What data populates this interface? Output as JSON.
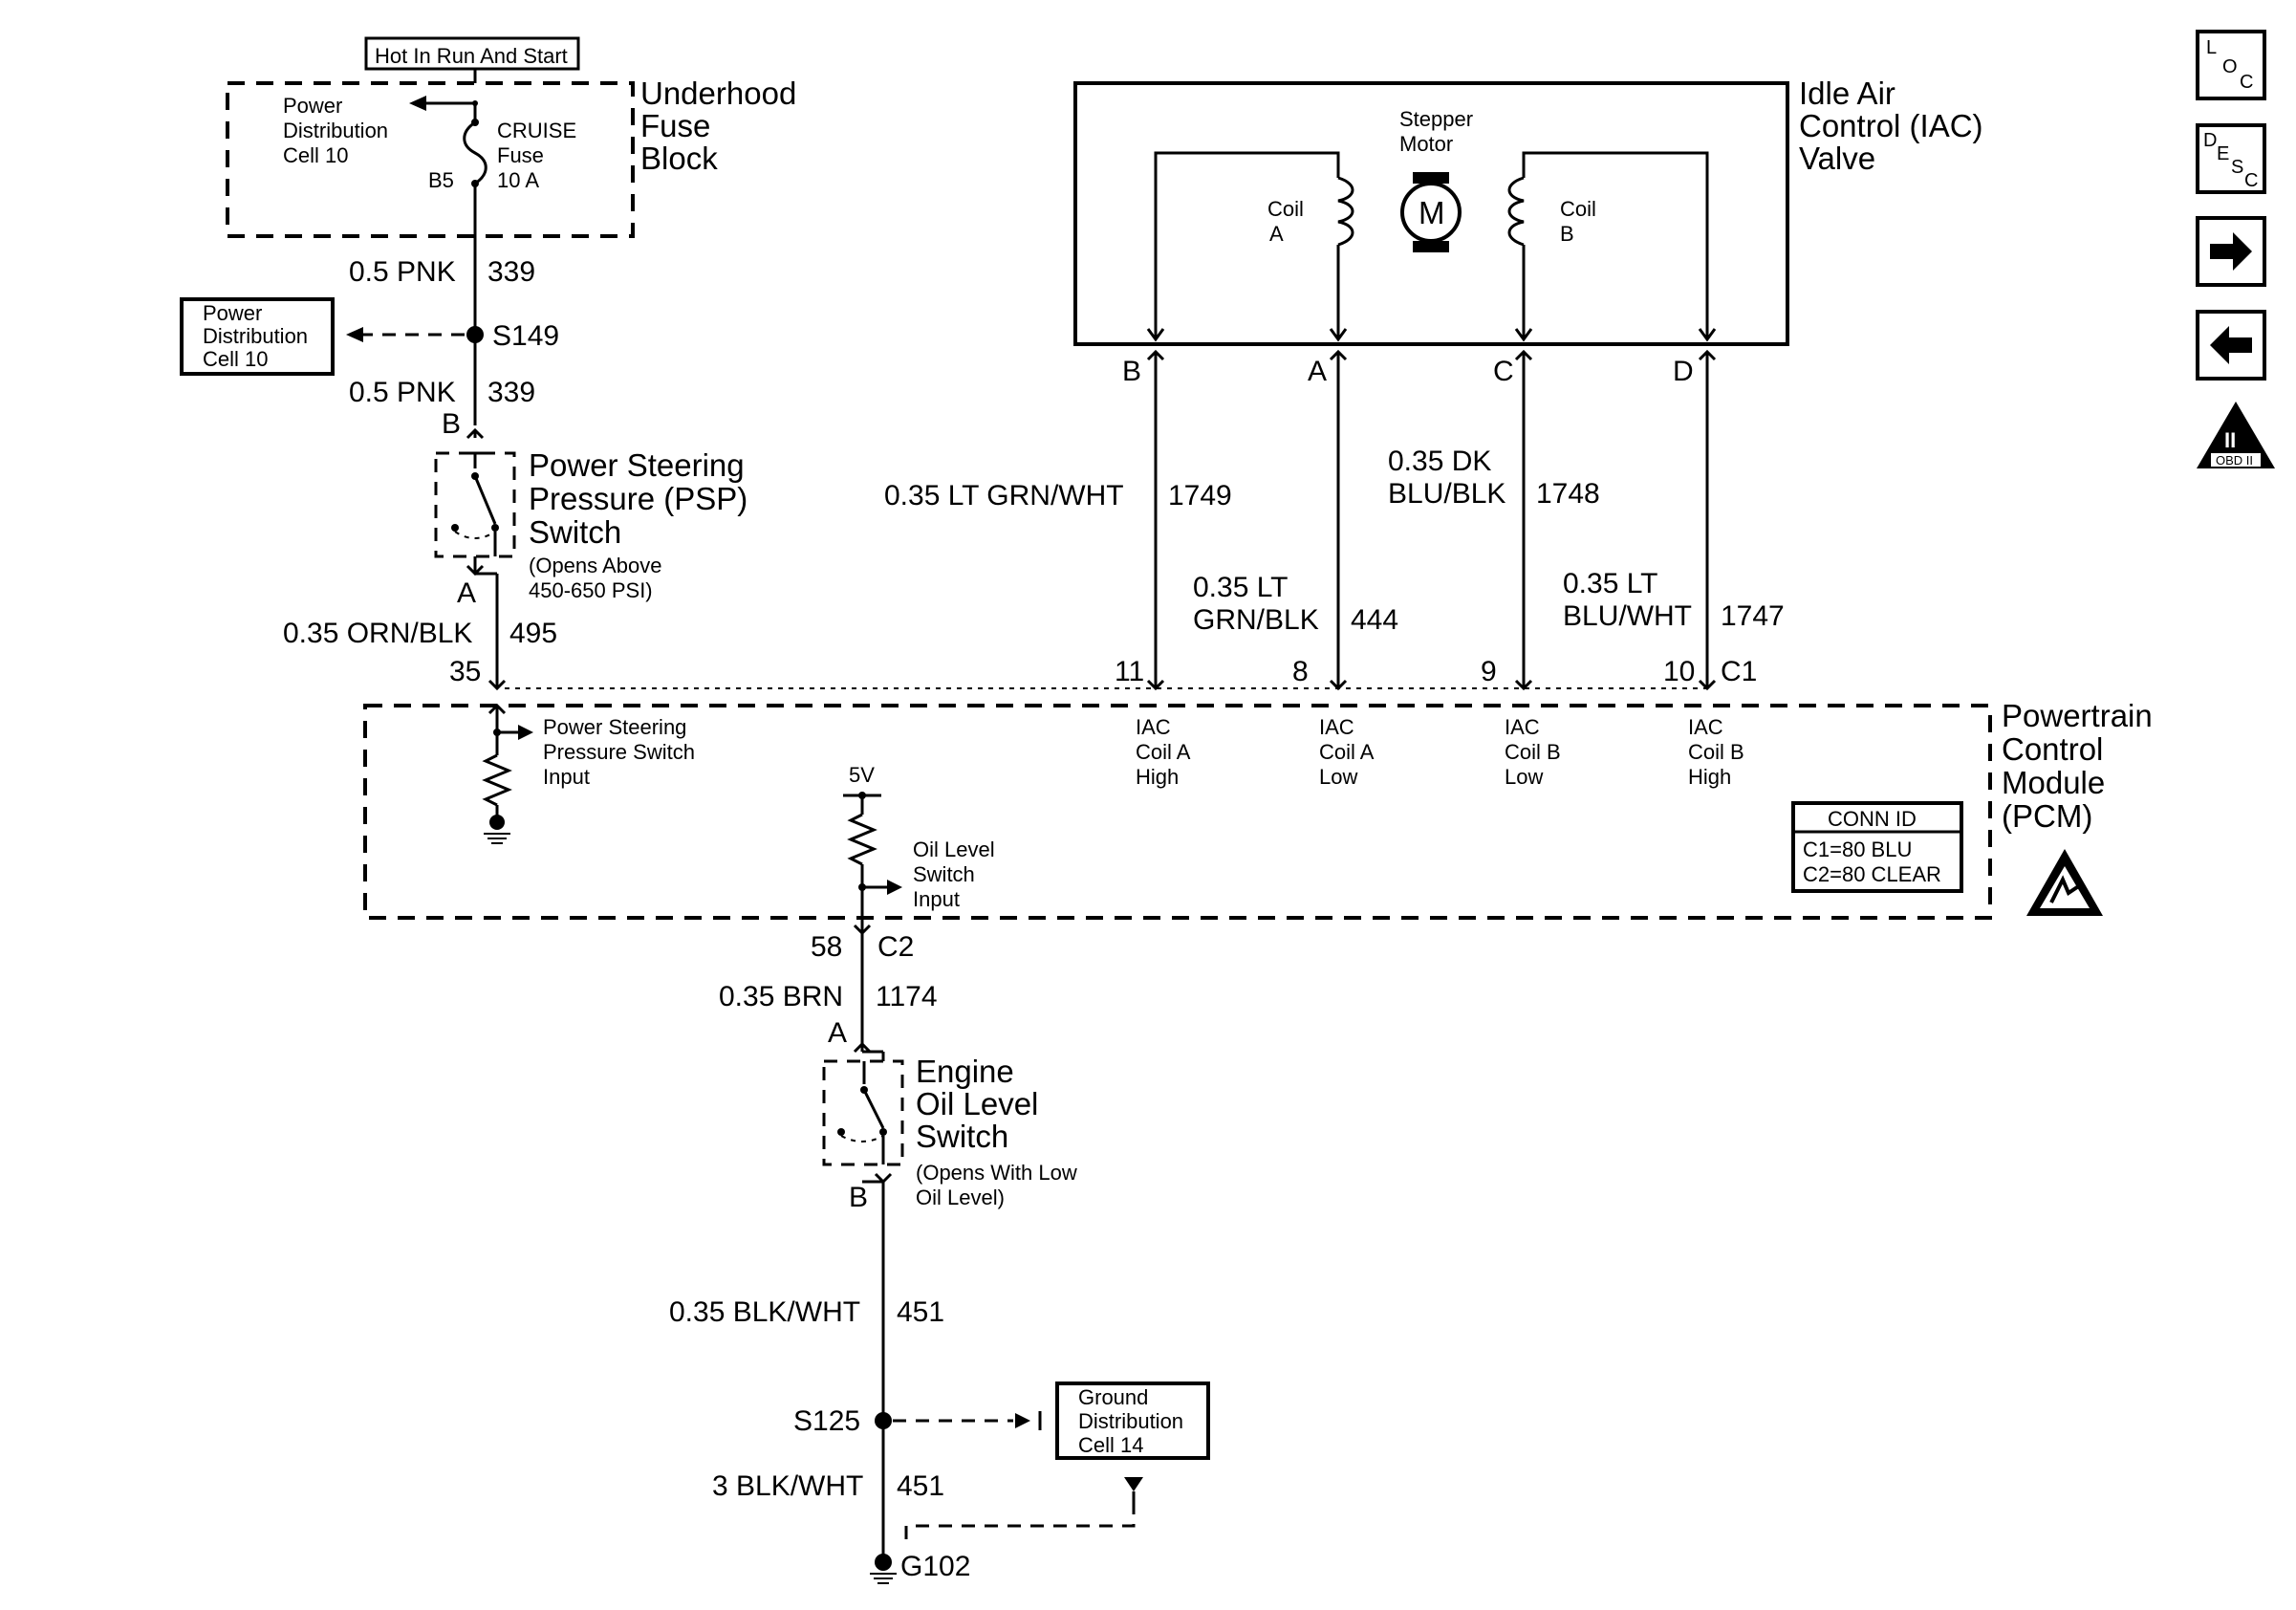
{
  "fuse_block": {
    "hot_label": "Hot In Run And Start",
    "title_l1": "Underhood",
    "title_l2": "Fuse",
    "title_l3": "Block",
    "pdc_l1": "Power",
    "pdc_l2": "Distribution",
    "pdc_l3": "Cell 10",
    "fuse_l1": "CRUISE",
    "fuse_l2": "Fuse",
    "fuse_l3": "10 A",
    "fuse_pin": "B5"
  },
  "splice_s149": {
    "wire_above": "0.5 PNK",
    "circuit_above": "339",
    "name": "S149",
    "wire_below": "0.5 PNK",
    "circuit_below": "339",
    "ref_l1": "Power",
    "ref_l2": "Distribution",
    "ref_l3": "Cell 10"
  },
  "psp_switch": {
    "pin_top": "B",
    "pin_bottom": "A",
    "title_l1": "Power Steering",
    "title_l2": "Pressure (PSP)",
    "title_l3": "Switch",
    "note_l1": "(Opens Above",
    "note_l2": "450-650 PSI)",
    "wire": "0.35 ORN/BLK",
    "circuit": "495",
    "pcm_pin": "35"
  },
  "iac_valve": {
    "title_l1": "Idle Air",
    "title_l2": "Control (IAC)",
    "title_l3": "Valve",
    "motor_l1": "Stepper",
    "motor_l2": "Motor",
    "motor_symbol": "M",
    "coil_a_l1": "Coil",
    "coil_a_l2": "A",
    "coil_b_l1": "Coil",
    "coil_b_l2": "B",
    "terminals": [
      "B",
      "A",
      "C",
      "D"
    ]
  },
  "iac_wires": {
    "w1_color": "0.35 LT GRN/WHT",
    "w1_circuit": "1749",
    "w1_pin": "11",
    "w2_color_l1": "0.35 LT",
    "w2_color_l2": "GRN/BLK",
    "w2_circuit": "444",
    "w2_pin": "8",
    "w3_color_l1": "0.35 DK",
    "w3_color_l2": "BLU/BLK",
    "w3_circuit": "1748",
    "w3_pin": "9",
    "w4_color_l1": "0.35 LT",
    "w4_color_l2": "BLU/WHT",
    "w4_circuit": "1747",
    "w4_pin": "10",
    "connector": "C1"
  },
  "pcm": {
    "title_l1": "Powertrain",
    "title_l2": "Control",
    "title_l3": "Module",
    "title_l4": "(PCM)",
    "psp_input_l1": "Power Steering",
    "psp_input_l2": "Pressure Switch",
    "psp_input_l3": "Input",
    "iac_a_high": [
      "IAC",
      "Coil A",
      "High"
    ],
    "iac_a_low": [
      "IAC",
      "Coil A",
      "Low"
    ],
    "iac_b_low": [
      "IAC",
      "Coil B",
      "Low"
    ],
    "iac_b_high": [
      "IAC",
      "Coil B",
      "High"
    ],
    "ref_voltage": "5V",
    "oil_input_l1": "Oil Level",
    "oil_input_l2": "Switch",
    "oil_input_l3": "Input",
    "conn_id_title": "CONN ID",
    "conn_c1": "C1=80 BLU",
    "conn_c2": "C2=80 CLEAR"
  },
  "oil_level": {
    "pcm_pin": "58",
    "connector": "C2",
    "wire": "0.35 BRN",
    "circuit": "1174",
    "pin_top": "A",
    "pin_bottom": "B",
    "title_l1": "Engine",
    "title_l2": "Oil Level",
    "title_l3": "Switch",
    "note_l1": "(Opens With Low",
    "note_l2": "Oil Level)"
  },
  "ground": {
    "wire_above": "0.35 BLK/WHT",
    "circuit_above": "451",
    "splice": "S125",
    "wire_below": "3 BLK/WHT",
    "circuit_below": "451",
    "ground_name": "G102",
    "ref_l1": "Ground",
    "ref_l2": "Distribution",
    "ref_l3": "Cell 14"
  },
  "nav": {
    "loc_l": "L",
    "loc_o": "O",
    "loc_c": "C",
    "desc_d": "D",
    "desc_e": "E",
    "desc_s": "S",
    "desc_c": "C",
    "obd_numeral": "II",
    "obd_label": "OBD II"
  }
}
